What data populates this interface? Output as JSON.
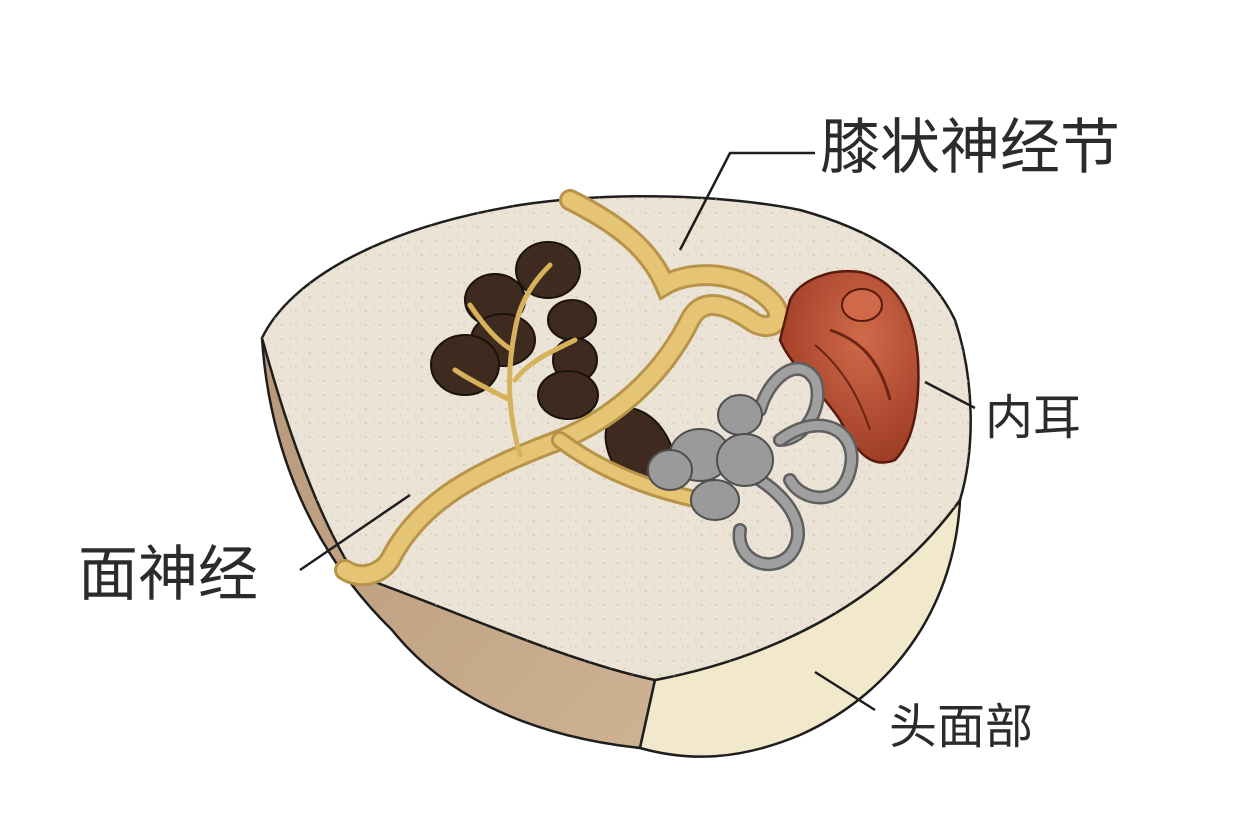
{
  "labels": {
    "geniculate_ganglion": "膝状神经节",
    "facial_nerve": "面神经",
    "inner_ear": "内耳",
    "head_face": "头面部"
  },
  "colors": {
    "bone_top": "#ebe3d6",
    "bone_side_dark": "#c2a486",
    "bone_side_light": "#f1e6c8",
    "nerve": "#e5c574",
    "nerve_stroke": "#b8934a",
    "gland": "#3e2a1e",
    "inner_ear": "#b0482f",
    "cochlea": "#9a9a9a",
    "outline": "#1e1e1e",
    "label_text": "#2b2b2b"
  }
}
